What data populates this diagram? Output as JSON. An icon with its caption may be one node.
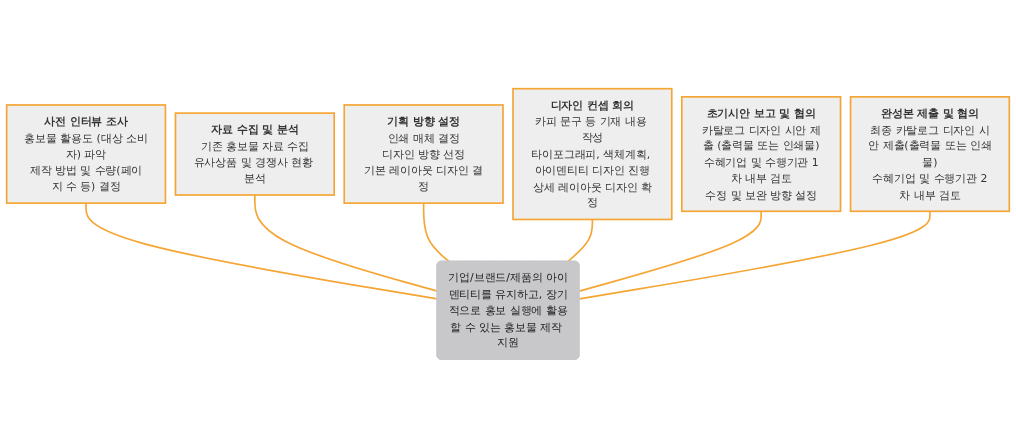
{
  "diagram": {
    "nodes": [
      {
        "text": [
          "사전 인터뷰 조사",
          "홍보물 활용도 (대상 소비자) 파악",
          "제작 방법 및 수량(페이지 수 등) 결정"
        ]
      },
      {
        "text": [
          "자료 수집 및 분석",
          "기존 홍보물 자료 수집",
          "유사상품 및 경쟁사 현황 분석"
        ]
      },
      {
        "text": [
          "기획 방향 설정",
          "인쇄 매체 결정",
          "디자인 방향 선정",
          "기본 레이아웃 디자인 결정"
        ]
      },
      {
        "text": [
          "디자인 컨셉 회의",
          "카피 문구 등 기재 내용 작성",
          "타이포그래피, 색체계획, 아이덴티티 디자인 진행",
          "상세 레이아웃 디자인 확정"
        ]
      },
      {
        "text": [
          "초기시안 보고 및 협의",
          "카탈로그 디자인 시안 제출 (출력물 또는 인쇄물)",
          "수혜기업 및 수행기관 1차 내부 검토",
          "수정 및 보완 방향 설정"
        ]
      },
      {
        "text": [
          "완성본 제출 및 협의",
          "최종 카탈로그 디자인 시안 제출(출력물 또는 인쇄물)",
          "수혜기업 및 수행기관 2차 내부 검토"
        ]
      },
      {
        "text": [
          "기업/브랜드/제품의 아이덴티티를 유지하고, 장기적으로 홍보 실행에 활용할 수 있는 홍보물 제작 지원"
        ]
      }
    ],
    "edges": [
      {
        "from": 0,
        "to": 6,
        "arrow": "none"
      },
      {
        "from": 1,
        "to": 6,
        "arrow": "none"
      },
      {
        "from": 2,
        "to": 6,
        "arrow": "none"
      },
      {
        "from": 3,
        "to": 6,
        "arrow": "none"
      },
      {
        "from": 4,
        "to": 6,
        "arrow": "none"
      },
      {
        "from": 5,
        "to": 6,
        "arrow": "none"
      }
    ]
  }
}
